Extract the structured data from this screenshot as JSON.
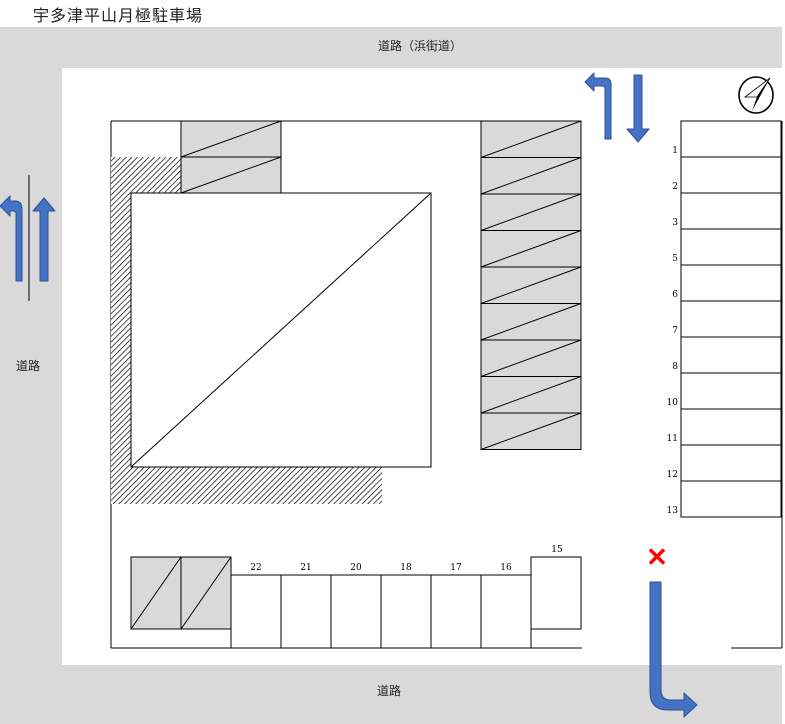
{
  "title": "宇多津平山月極駐車場",
  "roads": {
    "top": "道路（浜街道）",
    "left": "道路",
    "bottom": "道路"
  },
  "right_spaces": [
    "1",
    "2",
    "3",
    "5",
    "6",
    "7",
    "8",
    "10",
    "11",
    "12",
    "13"
  ],
  "bottom_spaces": [
    "22",
    "21",
    "20",
    "18",
    "17",
    "16"
  ],
  "corner_space": "15",
  "marks": {
    "no_entry": "✕",
    "compass": "north-arrow-icon"
  },
  "colors": {
    "road": "#d9d9d9",
    "arrow": "#4472c4",
    "arrow_stroke": "#2f528f",
    "no_entry": "#ff0000",
    "reserved": "#d9d9d9"
  }
}
